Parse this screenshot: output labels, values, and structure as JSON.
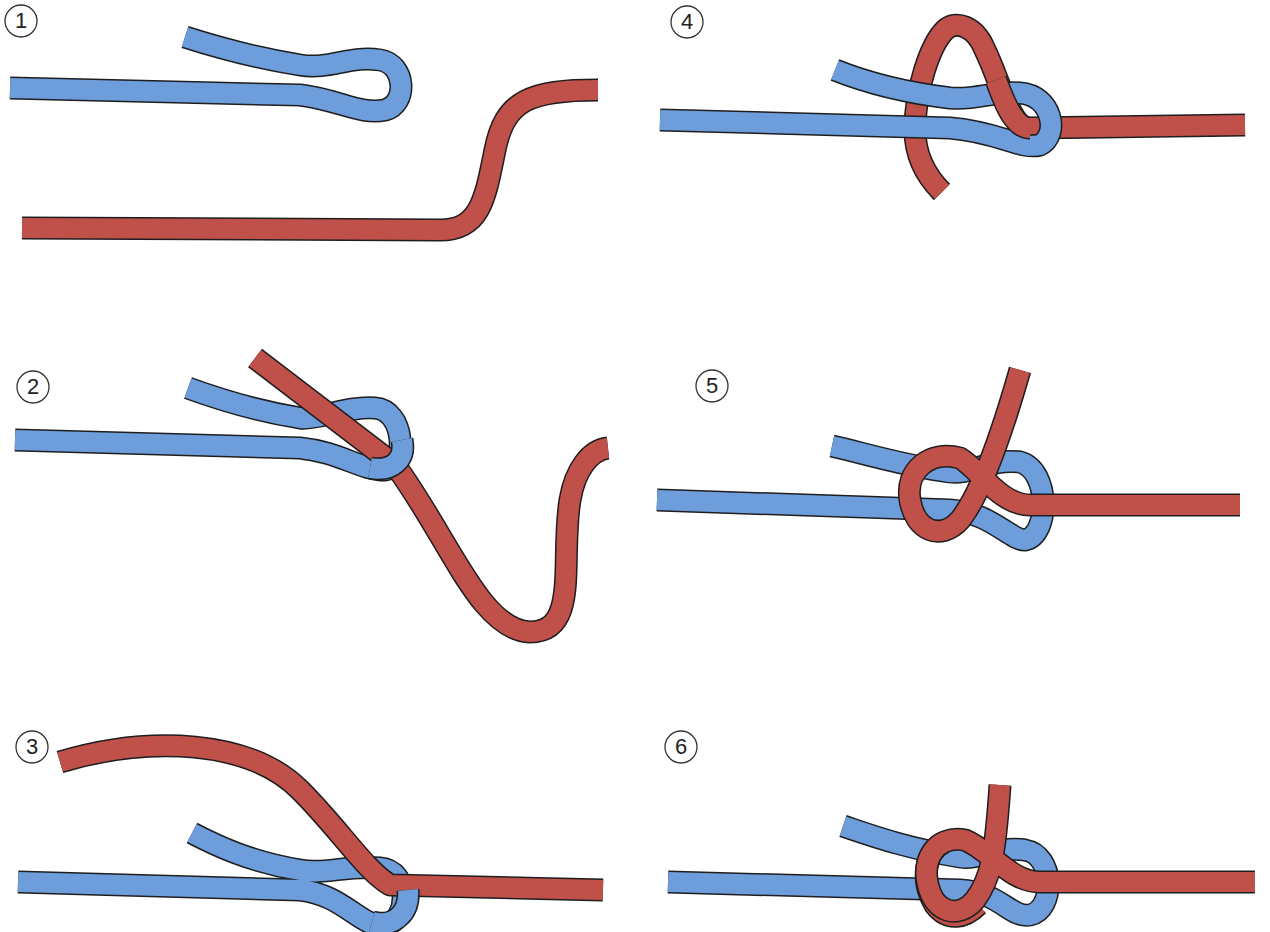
{
  "diagram": {
    "nodes": [
      {
        "text": [
          "1"
        ]
      },
      {
        "text": [
          "4"
        ]
      },
      {
        "text": [
          "2"
        ]
      },
      {
        "text": [
          "5"
        ]
      },
      {
        "text": [
          "3"
        ]
      },
      {
        "text": [
          "6"
        ]
      }
    ]
  }
}
